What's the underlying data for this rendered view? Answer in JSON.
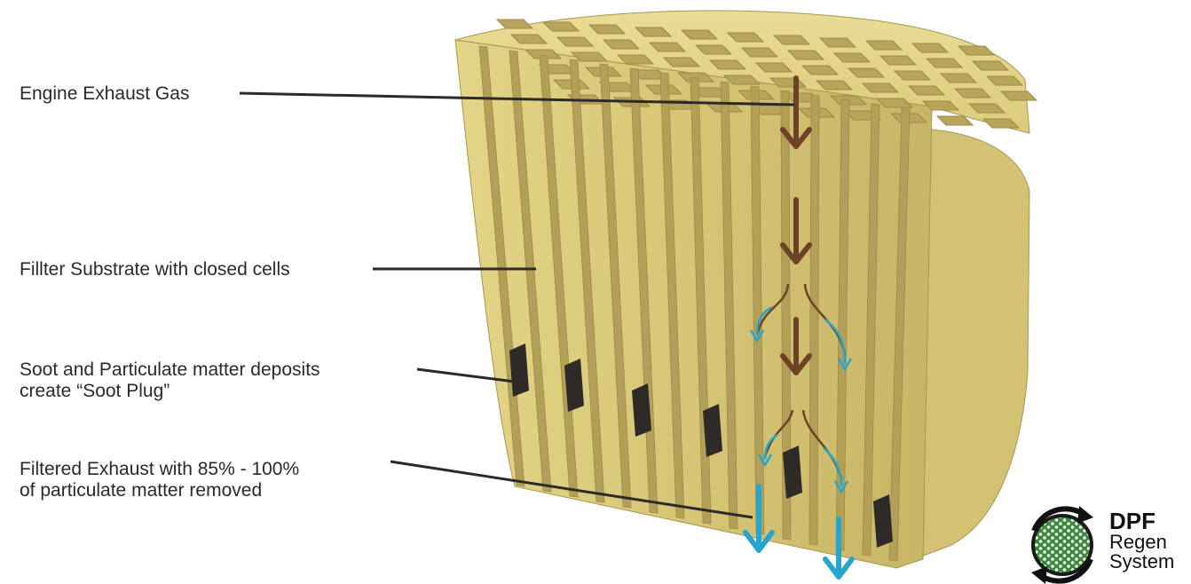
{
  "labels": {
    "engine_exhaust": "Engine Exhaust Gas",
    "substrate": "Fillter Substrate with closed cells",
    "soot_line1": "Soot and Particulate matter deposits",
    "soot_line2": "create “Soot Plug”",
    "filtered_line1": "Filtered Exhaust with 85% - 100%",
    "filtered_line2": "of particulate matter removed"
  },
  "logo": {
    "line1": "DPF",
    "line2": "Regen",
    "line3": "System"
  },
  "colors": {
    "substrate_face": "#d9c97a",
    "substrate_light": "#e6d88e",
    "substrate_dark": "#b9a55a",
    "soot": "#2e2a28",
    "exhaust_arrow": "#6e4226",
    "filtered_arrow": "#26a6cf",
    "leader_line": "#2a2a2a",
    "logo_green": "#3a8a3c"
  }
}
